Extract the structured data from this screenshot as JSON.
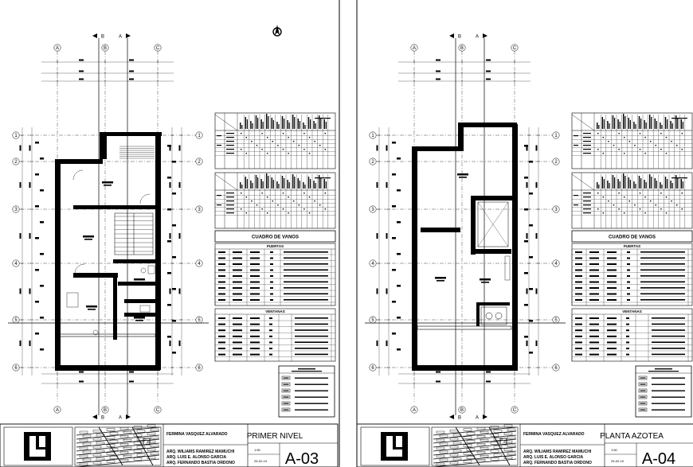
{
  "sheets": [
    {
      "id": "left",
      "title": "PRIMER NIVEL",
      "sheet_number": "A-03",
      "scale": "1:50",
      "date": "25-02-19",
      "project_line": "FERMINA VASQUEZ ALVARADO",
      "credits": [
        "ARQ. WILIAMS RAMIREZ MAMUCHI",
        "ARQ. LUIS E. ALONSO GARCIA",
        "ARQ. FERNANDO BASTIA ORDONO"
      ],
      "axis_letters": [
        "A",
        "B",
        "C"
      ],
      "axis_numbers": [
        "1",
        "2",
        "3",
        "4",
        "5",
        "6"
      ],
      "section_marks": [
        "B",
        "A"
      ]
    },
    {
      "id": "right",
      "title": "PLANTA AZOTEA",
      "sheet_number": "A-04",
      "scale": "1:50",
      "date": "25-02-19",
      "project_line": "FERMINA VASQUEZ ALVARADO",
      "credits": [
        "ARQ. WILIAMS RAMIREZ MAMUCHI",
        "ARQ. LUIS E. ALONSO GARCIA",
        "ARQ. FERNANDO BASTIA ORDONO"
      ],
      "axis_letters": [
        "A",
        "B",
        "C"
      ],
      "axis_numbers": [
        "1",
        "2",
        "3",
        "4",
        "5",
        "6"
      ],
      "section_marks": [
        "B",
        "A"
      ]
    }
  ],
  "tables": {
    "vanos_title": "CUADRO DE VANOS",
    "puertas": "PUERTAS",
    "ventanas": "VENTANAS"
  }
}
